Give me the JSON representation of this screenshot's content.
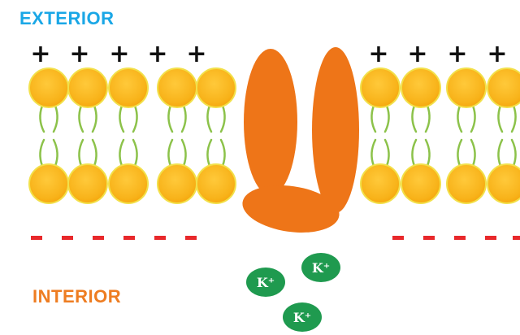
{
  "labels": {
    "exterior": "EXTERIOR",
    "interior": "INTERIOR"
  },
  "charges": {
    "positive": "+",
    "negative": "–"
  },
  "ions": [
    {
      "text": "K⁺"
    },
    {
      "text": "K⁺"
    },
    {
      "text": "K⁺"
    }
  ],
  "colors": {
    "exterior": "#1aa7e6",
    "interior": "#ee7d22",
    "lipid_head": "#f8b81e",
    "lipid_tail": "#8cc24a",
    "channel": "#ee7518",
    "ion": "#1f9a4f",
    "negative_charge": "#e8282b"
  }
}
